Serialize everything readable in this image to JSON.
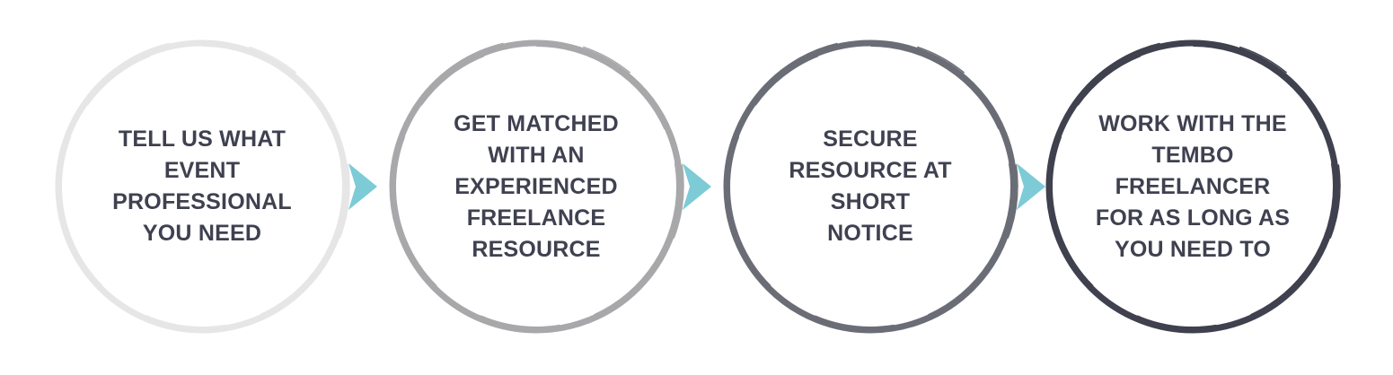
{
  "steps": [
    {
      "text": "TELL US WHAT\nEVENT\nPROFESSIONAL\nYOU NEED",
      "ring_color": "#e6e6e6"
    },
    {
      "text": "GET MATCHED\nWITH AN\nEXPERIENCED\nFREELANCE\nRESOURCE",
      "ring_color": "#a8a8ab"
    },
    {
      "text": "SECURE\nRESOURCE AT\nSHORT\nNOTICE",
      "ring_color": "#6b6d76"
    },
    {
      "text": "WORK WITH THE\nTEMBO FREELANCER\nFOR AS LONG AS\nYOU NEED TO",
      "ring_color": "#3f414e"
    }
  ],
  "connectors": [
    {
      "icon": "chevron-right-icon",
      "color": "#7ccbd6"
    },
    {
      "icon": "chevron-right-icon",
      "color": "#7ccbd6"
    },
    {
      "icon": "chevron-right-icon",
      "color": "#7ccbd6"
    }
  ],
  "colors": {
    "text": "#3f4150",
    "accent": "#7ccbd6"
  }
}
